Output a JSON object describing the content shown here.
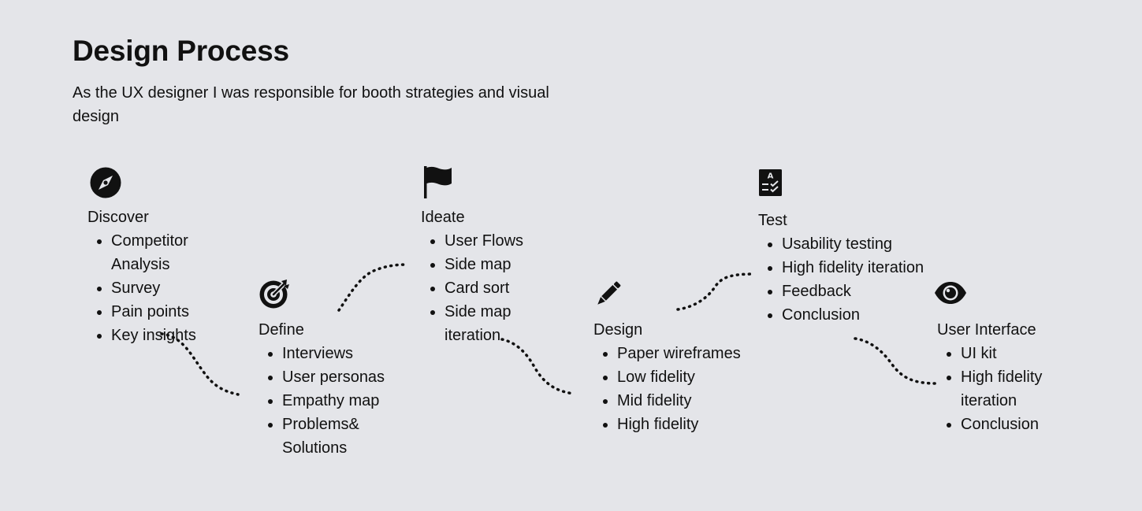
{
  "title": "Design Process",
  "subtitle": "As the UX designer I was responsible for booth strategies and visual design",
  "stages": [
    {
      "name": "Discover",
      "icon": "compass-icon",
      "items": [
        "Competitor Analysis",
        "Survey",
        "Pain points",
        "Key insights"
      ]
    },
    {
      "name": "Define",
      "icon": "target-arrow-icon",
      "items": [
        "Interviews",
        "User personas",
        "Empathy map",
        "Problems& Solutions"
      ]
    },
    {
      "name": "Ideate",
      "icon": "flag-icon",
      "items": [
        "User Flows",
        "Side map",
        "Card sort",
        "Side map iteration"
      ]
    },
    {
      "name": "Design",
      "icon": "pencil-icon",
      "items": [
        "Paper wireframes",
        "Low fidelity",
        "Mid fidelity",
        "High fidelity"
      ]
    },
    {
      "name": "Test",
      "icon": "test-checklist-icon",
      "items": [
        "Usability testing",
        "High fidelity iteration",
        "Feedback",
        "Conclusion"
      ]
    },
    {
      "name": "User Interface",
      "icon": "eye-icon",
      "items": [
        "UI kit",
        "High fidelity iteration",
        "Conclusion"
      ]
    }
  ]
}
